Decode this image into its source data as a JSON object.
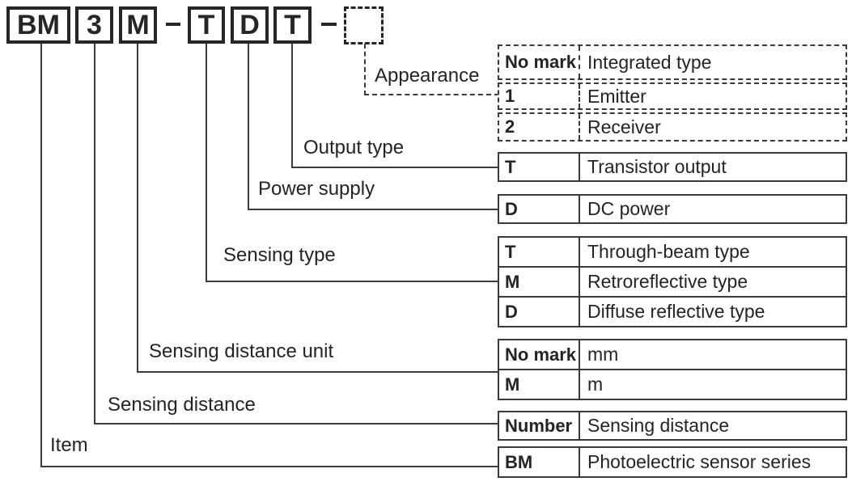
{
  "model_code": {
    "boxes": [
      {
        "id": "item",
        "code": "BM"
      },
      {
        "id": "sensing-distance",
        "code": "3"
      },
      {
        "id": "sensing-distance-unit",
        "code": "M"
      },
      {
        "id": "sensing-type",
        "code": "T"
      },
      {
        "id": "power-supply",
        "code": "D"
      },
      {
        "id": "output-type",
        "code": "T"
      }
    ],
    "separator": "-",
    "blank_box_value": ""
  },
  "labels": {
    "appearance": "Appearance",
    "output_type": "Output type",
    "power_supply": "Power supply",
    "sensing_type": "Sensing type",
    "sensing_distance_unit": "Sensing distance unit",
    "sensing_distance": "Sensing distance",
    "item": "Item"
  },
  "tables": {
    "appearance": {
      "rows": [
        {
          "code": "No mark",
          "desc": "Integrated type"
        },
        {
          "code": "1",
          "desc": "Emitter"
        },
        {
          "code": "2",
          "desc": "Receiver"
        }
      ]
    },
    "output_type": {
      "rows": [
        {
          "code": "T",
          "desc": "Transistor output"
        }
      ]
    },
    "power_supply": {
      "rows": [
        {
          "code": "D",
          "desc": "DC power"
        }
      ]
    },
    "sensing_type": {
      "rows": [
        {
          "code": "T",
          "desc": "Through-beam type"
        },
        {
          "code": "M",
          "desc": "Retroreflective type"
        },
        {
          "code": "D",
          "desc": "Diffuse reflective type"
        }
      ]
    },
    "sensing_distance_unit": {
      "rows": [
        {
          "code": "No mark",
          "desc": "mm"
        },
        {
          "code": "M",
          "desc": "m"
        }
      ]
    },
    "sensing_distance": {
      "rows": [
        {
          "code": "Number",
          "desc": "Sensing distance"
        }
      ]
    },
    "item": {
      "rows": [
        {
          "code": "BM",
          "desc": "Photoelectric sensor series"
        }
      ]
    }
  },
  "colors": {
    "background": "#ffffff",
    "line": "#3b3b3b",
    "text": "#242424",
    "box_border": "#262626"
  }
}
